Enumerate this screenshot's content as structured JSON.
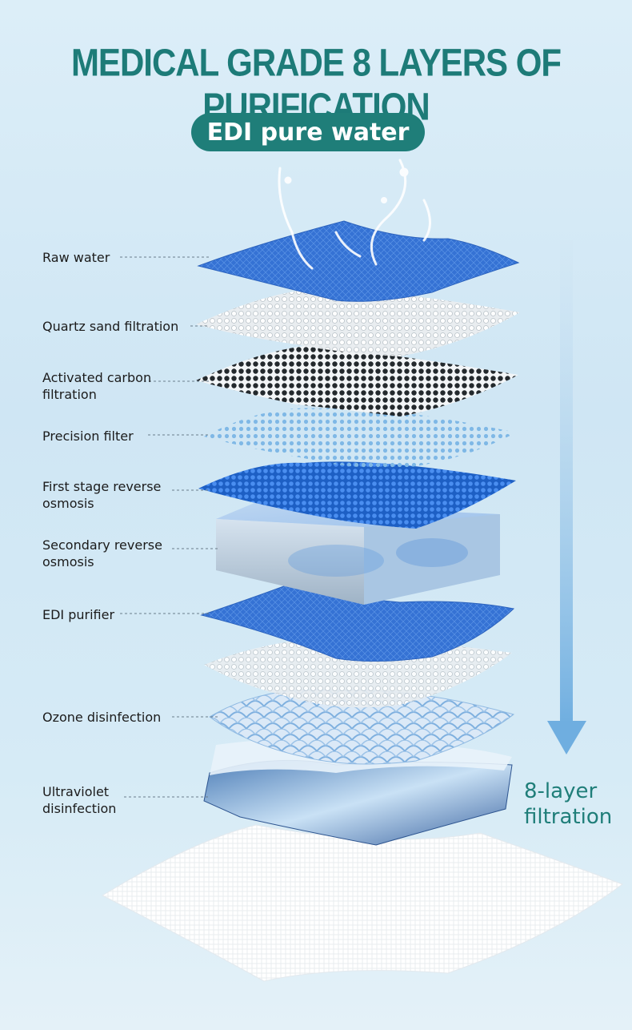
{
  "header": {
    "title": "MEDICAL GRADE 8 LAYERS OF PURIFICATION",
    "subtitle": "EDI pure water"
  },
  "layers": [
    {
      "label_line1": "Raw water",
      "label_line2": ""
    },
    {
      "label_line1": "Quartz sand filtration",
      "label_line2": ""
    },
    {
      "label_line1": "Activated carbon",
      "label_line2": "filtration"
    },
    {
      "label_line1": "Precision filter",
      "label_line2": ""
    },
    {
      "label_line1": "First stage reverse",
      "label_line2": "osmosis"
    },
    {
      "label_line1": "Secondary reverse",
      "label_line2": "osmosis"
    },
    {
      "label_line1": "EDI purifier",
      "label_line2": ""
    },
    {
      "label_line1": "Ozone disinfection",
      "label_line2": ""
    },
    {
      "label_line1": "Ultraviolet",
      "label_line2": "disinfection"
    }
  ],
  "side_label": {
    "line1": "8-layer",
    "line2": "filtration"
  },
  "colors": {
    "title": "#1d7b78",
    "pill": "#1f7e79",
    "arrow": "#8ec2e6",
    "blue_cloth": "#2f6fd0",
    "carbon": "#2a2f33"
  }
}
